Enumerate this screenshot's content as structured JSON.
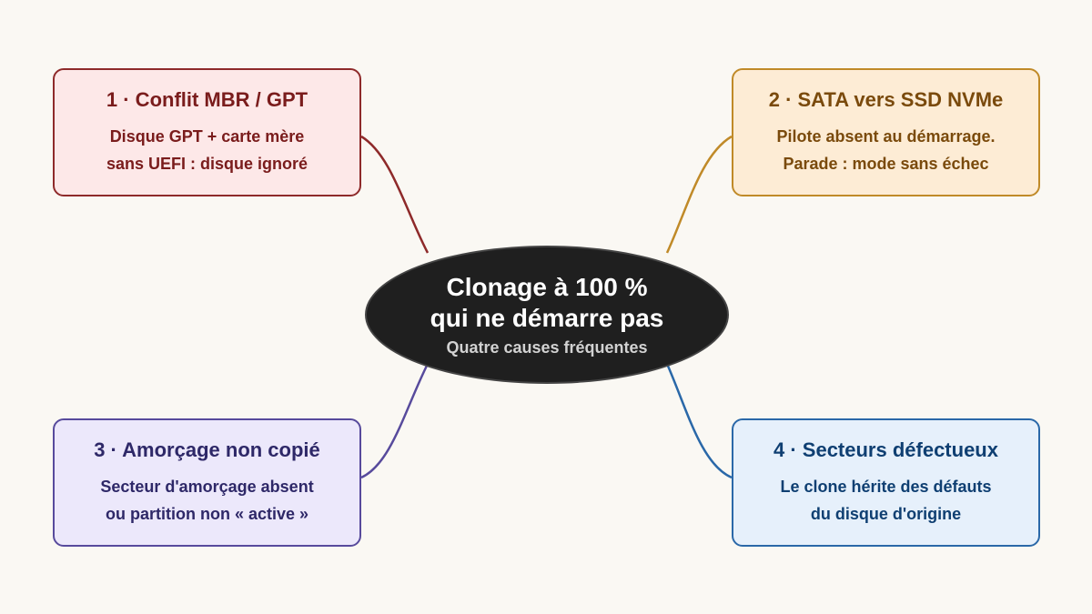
{
  "center": {
    "title_line1": "Clonage à 100 %",
    "title_line2": "qui ne démarre pas",
    "subtitle": "Quatre causes fréquentes"
  },
  "causes": [
    {
      "title": "1 · Conflit MBR / GPT",
      "line1": "Disque GPT + carte mère",
      "line2": "sans UEFI : disque ignoré",
      "color": "#8e2a2a"
    },
    {
      "title": "2 · SATA vers SSD NVMe",
      "line1": "Pilote absent au démarrage.",
      "line2": "Parade : mode sans échec",
      "color": "#c08a28"
    },
    {
      "title": "3 · Amorçage non copié",
      "line1": "Secteur d'amorçage absent",
      "line2": "ou partition non « active »",
      "color": "#574a9c"
    },
    {
      "title": "4 · Secteurs défectueux",
      "line1": "Le clone hérite des défauts",
      "line2": "du disque d'origine",
      "color": "#2a68a8"
    }
  ]
}
